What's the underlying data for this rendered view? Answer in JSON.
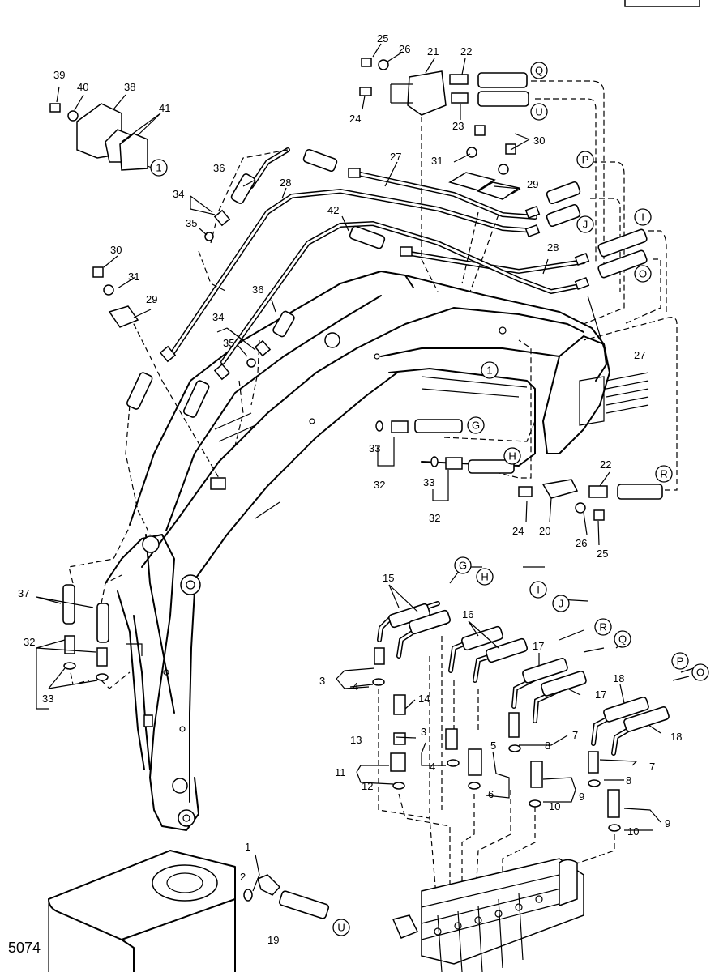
{
  "figure_number": "5074",
  "page_box_text": "",
  "callouts": [
    {
      "text": "1"
    },
    {
      "text": "2"
    },
    {
      "text": "3"
    },
    {
      "text": "4"
    },
    {
      "text": "5"
    },
    {
      "text": "6"
    },
    {
      "text": "7"
    },
    {
      "text": "8"
    },
    {
      "text": "9"
    },
    {
      "text": "10"
    },
    {
      "text": "11"
    },
    {
      "text": "12"
    },
    {
      "text": "13"
    },
    {
      "text": "14"
    },
    {
      "text": "15"
    },
    {
      "text": "16"
    },
    {
      "text": "17"
    },
    {
      "text": "17"
    },
    {
      "text": "18"
    },
    {
      "text": "18"
    },
    {
      "text": "19"
    },
    {
      "text": "20"
    },
    {
      "text": "21"
    },
    {
      "text": "22"
    },
    {
      "text": "22"
    },
    {
      "text": "23"
    },
    {
      "text": "24"
    },
    {
      "text": "24"
    },
    {
      "text": "25"
    },
    {
      "text": "25"
    },
    {
      "text": "26"
    },
    {
      "text": "26"
    },
    {
      "text": "27"
    },
    {
      "text": "27"
    },
    {
      "text": "28"
    },
    {
      "text": "28"
    },
    {
      "text": "29"
    },
    {
      "text": "29"
    },
    {
      "text": "30"
    },
    {
      "text": "30"
    },
    {
      "text": "31"
    },
    {
      "text": "31"
    },
    {
      "text": "32"
    },
    {
      "text": "32"
    },
    {
      "text": "32"
    },
    {
      "text": "33"
    },
    {
      "text": "33"
    },
    {
      "text": "33"
    },
    {
      "text": "34"
    },
    {
      "text": "34"
    },
    {
      "text": "35"
    },
    {
      "text": "35"
    },
    {
      "text": "36"
    },
    {
      "text": "36"
    },
    {
      "text": "37"
    },
    {
      "text": "38"
    },
    {
      "text": "39"
    },
    {
      "text": "40"
    },
    {
      "text": "41"
    },
    {
      "text": "42"
    },
    {
      "text": "3"
    },
    {
      "text": "4"
    },
    {
      "text": "7"
    },
    {
      "text": "8"
    },
    {
      "text": "9"
    },
    {
      "text": "10"
    }
  ],
  "connectors": [
    {
      "text": "1"
    },
    {
      "text": "1"
    },
    {
      "text": "Q"
    },
    {
      "text": "U"
    },
    {
      "text": "P"
    },
    {
      "text": "J"
    },
    {
      "text": "I"
    },
    {
      "text": "O"
    },
    {
      "text": "G"
    },
    {
      "text": "H"
    },
    {
      "text": "R"
    },
    {
      "text": "G"
    },
    {
      "text": "H"
    },
    {
      "text": "I"
    },
    {
      "text": "J"
    },
    {
      "text": "R"
    },
    {
      "text": "Q"
    },
    {
      "text": "P"
    },
    {
      "text": "O"
    },
    {
      "text": "U"
    }
  ]
}
